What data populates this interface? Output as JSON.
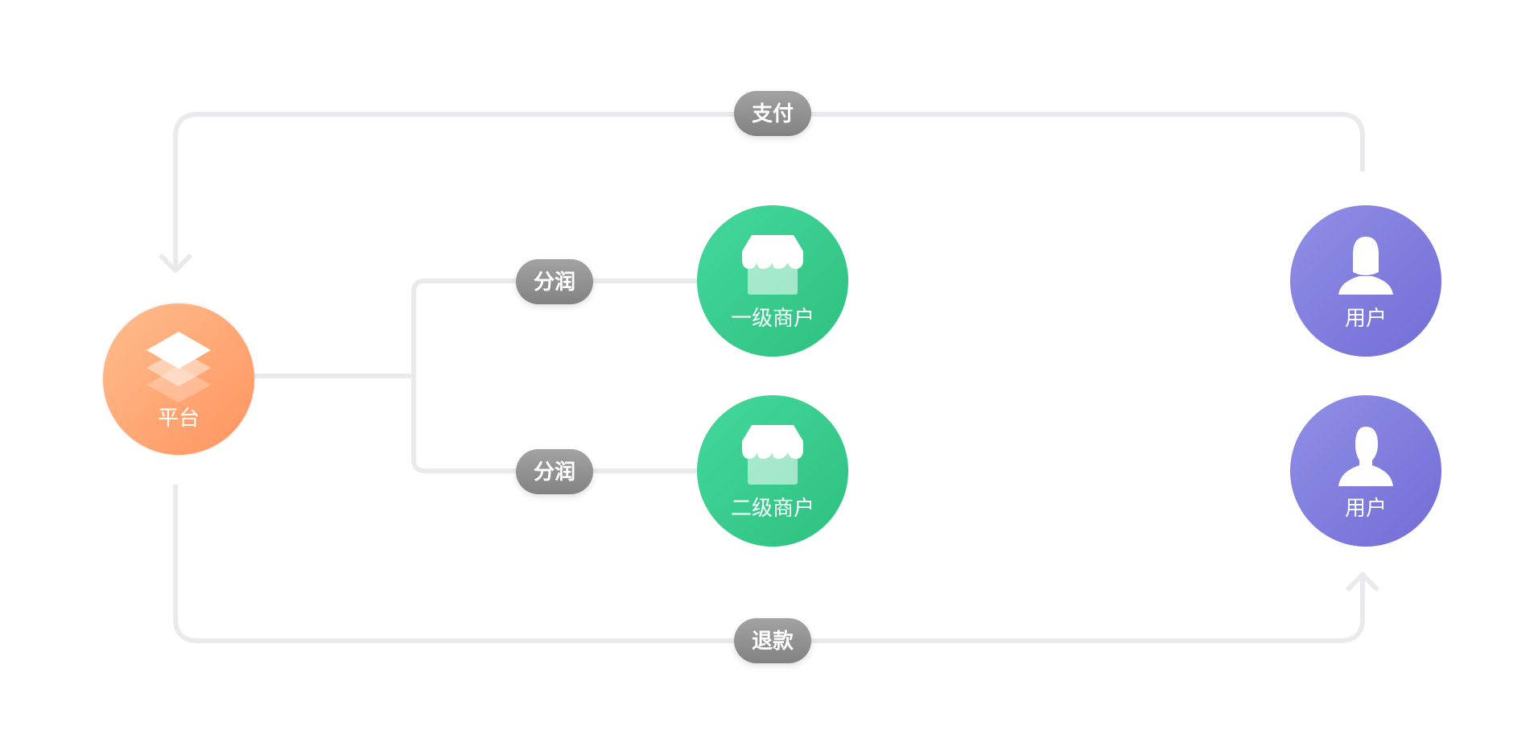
{
  "diagram": {
    "nodes": {
      "platform": {
        "label": "平台",
        "icon": "layers-icon",
        "color": "#ff9a62"
      },
      "merchant_level1": {
        "label": "一级商户",
        "icon": "storefront-icon",
        "color": "#34c98b"
      },
      "merchant_level2": {
        "label": "二级商户",
        "icon": "storefront-icon",
        "color": "#34c98b"
      },
      "user_female": {
        "label": "用户",
        "icon": "user-female-icon",
        "color": "#7f7bdc"
      },
      "user_male": {
        "label": "用户",
        "icon": "user-male-icon",
        "color": "#7f7bdc"
      }
    },
    "edges": {
      "payment": {
        "label": "支付",
        "from": "user",
        "to": "platform"
      },
      "split_level1": {
        "label": "分润",
        "from": "platform",
        "to": "merchant_level1"
      },
      "split_level2": {
        "label": "分润",
        "from": "platform",
        "to": "merchant_level2"
      },
      "refund": {
        "label": "退款",
        "from": "platform",
        "to": "user"
      }
    },
    "colors": {
      "connector": "#eaeaee",
      "pill": "#8e8e8e"
    }
  }
}
